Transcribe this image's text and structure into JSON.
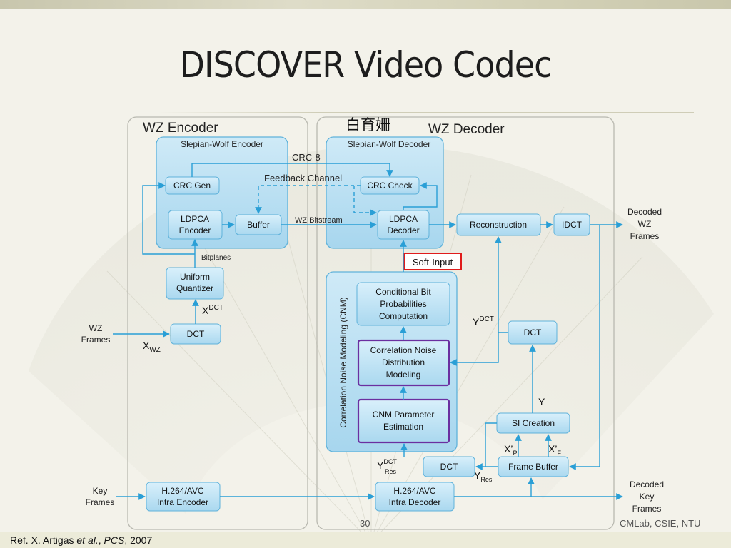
{
  "slide": {
    "title": "DISCOVER Video Codec",
    "page_number": "30",
    "footer_right": "CMLab, CSIE, NTU",
    "reference": {
      "prefix": "Ref. X. Artigas ",
      "etal": "et al.",
      "comma": ", ",
      "venue": "PCS",
      "year": ", 2007"
    }
  },
  "diagram": {
    "encoder": {
      "title": "WZ Encoder",
      "sw_encoder_title": "Slepian-Wolf Encoder",
      "crc_gen": "CRC Gen",
      "ldpca_encoder": [
        "LDPCA",
        "Encoder"
      ],
      "buffer": "Buffer",
      "bitplanes": "Bitplanes",
      "uniform_quantizer": [
        "Uniform",
        "Quantizer"
      ],
      "xdct_base": "X",
      "xdct_sup": "DCT",
      "dct": "DCT",
      "xwz_base": "X",
      "xwz_sub": "WZ",
      "wz_frames": [
        "WZ",
        "Frames"
      ],
      "h264_intra_encoder": [
        "H.264/AVC",
        "Intra Encoder"
      ],
      "key_frames": [
        "Key",
        "Frames"
      ]
    },
    "decoder": {
      "title": "WZ Decoder",
      "garbled": "白育姍",
      "sw_decoder_title": "Slepian-Wolf Decoder",
      "crc_check": "CRC Check",
      "ldpca_decoder": [
        "LDPCA",
        "Decoder"
      ],
      "reconstruction": "Reconstruction",
      "idct": "IDCT",
      "decoded_wz_frames": [
        "Decoded",
        "WZ",
        "Frames"
      ],
      "soft_input": "Soft-Input",
      "cnm_label": "Correlation Noise Modeling (CNM)",
      "cond_bit_prob": [
        "Conditional Bit",
        "Probabilities",
        "Computation"
      ],
      "corr_noise_dist": [
        "Correlation Noise",
        "Distribution",
        "Modeling"
      ],
      "cnm_param_est": [
        "CNM Parameter",
        "Estimation"
      ],
      "ydct_base": "Y",
      "ydct_sup": "DCT",
      "dct_right": "DCT",
      "y_label": "Y",
      "si_creation": "SI Creation",
      "xp_base": "X’",
      "xp_sub": "P",
      "xf_base": "X’",
      "xf_sub": "F",
      "frame_buffer": "Frame Buffer",
      "dct_bottom": "DCT",
      "yres_dct_base": "Y",
      "yres_dct_sup": "DCT",
      "yres_dct_sub": "Res",
      "yres_base": "Y",
      "yres_sub": "Res",
      "h264_intra_decoder": [
        "H.264/AVC",
        "Intra Decoder"
      ],
      "decoded_key_frames": [
        "Decoded",
        "Key",
        "Frames"
      ]
    },
    "channels": {
      "crc8": "CRC-8",
      "feedback": "Feedback Channel",
      "wz_bitstream": "WZ Bitstream"
    },
    "colors": {
      "block_fill": "#bfe3f4",
      "block_stroke": "#5fb2da",
      "arrow": "#2a9fd6",
      "group_stroke": "#b9b9b0",
      "purple": "#6b2fa0",
      "red": "#e01b1b"
    }
  }
}
